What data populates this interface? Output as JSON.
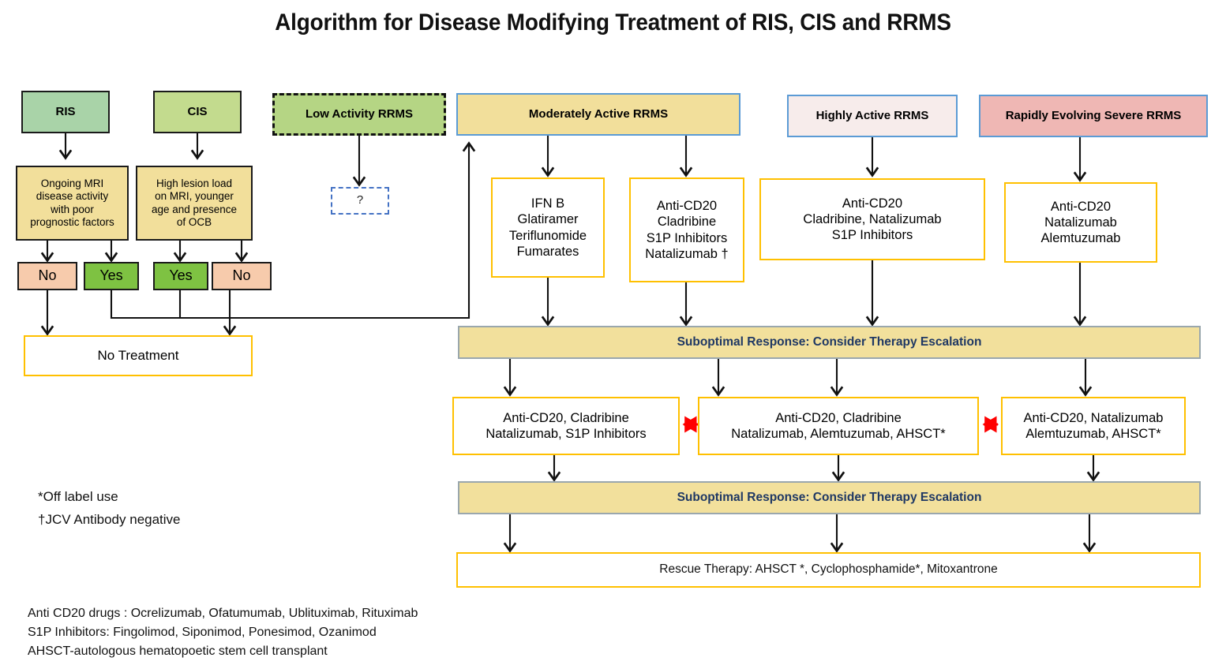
{
  "title": "Algorithm for Disease Modifying Treatment of RIS, CIS and RRMS",
  "colors": {
    "ris_fill": "#A9D3A8",
    "cis_fill": "#C3DB8E",
    "low_activity_fill": "#B5D584",
    "moderate_fill": "#F2DF9B",
    "highly_active_fill": "#F7ECEB",
    "rapidly_evolving_fill": "#EFB7B4",
    "no_fill": "#F7CBAC",
    "yes_fill": "#7EC242",
    "gold_border": "#FFC000",
    "blue_border": "#5B9BD5",
    "suboptimal_text": "#1F3864",
    "bidirectional_arrow": "#FF0000"
  },
  "stages": {
    "ris": "RIS",
    "cis": "CIS",
    "low_activity": "Low Activity RRMS",
    "moderately_active": "Moderately Active RRMS",
    "highly_active": "Highly Active RRMS",
    "rapidly_evolving": "Rapidly Evolving Severe RRMS"
  },
  "decisions": {
    "ris_criteria": "Ongoing MRI\ndisease activity\nwith poor\nprognostic factors",
    "cis_criteria": "High lesion load\non MRI, younger\nage and presence\nof OCB",
    "ris_no": "No",
    "ris_yes": "Yes",
    "cis_yes": "Yes",
    "cis_no": "No"
  },
  "outcomes": {
    "no_treatment": "No Treatment",
    "question": "?"
  },
  "first_line": {
    "moderate_a": "IFN B\nGlatiramer\nTeriflunomide\nFumarates",
    "moderate_b": "Anti-CD20\nCladribine\nS1P Inhibitors\nNatalizumab †",
    "highly_active": "Anti-CD20\nCladribine, Natalizumab\nS1P Inhibitors",
    "rapidly_evolving": "Anti-CD20\nNatalizumab\nAlemtuzumab"
  },
  "escalation": {
    "banner_1": "Suboptimal Response:   Consider  Therapy Escalation",
    "banner_2": "Suboptimal Response:   Consider  Therapy Escalation",
    "option_left": "Anti-CD20, Cladribine\nNatalizumab, S1P Inhibitors",
    "option_center": "Anti-CD20, Cladribine\nNatalizumab, Alemtuzumab, AHSCT*",
    "option_right": "Anti-CD20, Natalizumab\nAlemtuzumab, AHSCT*"
  },
  "rescue": {
    "label": "Rescue Therapy:  AHSCT *, Cyclophosphamide*, Mitoxantrone"
  },
  "footnotes": {
    "line1": "*Off label use",
    "line2": "†JCV Antibody negative"
  },
  "legend": {
    "line1": "Anti CD20 drugs : Ocrelizumab, Ofatumumab, Ublituximab, Rituximab",
    "line2": "S1P Inhibitors: Fingolimod, Siponimod, Ponesimod, Ozanimod",
    "line3": "AHSCT-autologous hematopoetic stem cell transplant"
  }
}
